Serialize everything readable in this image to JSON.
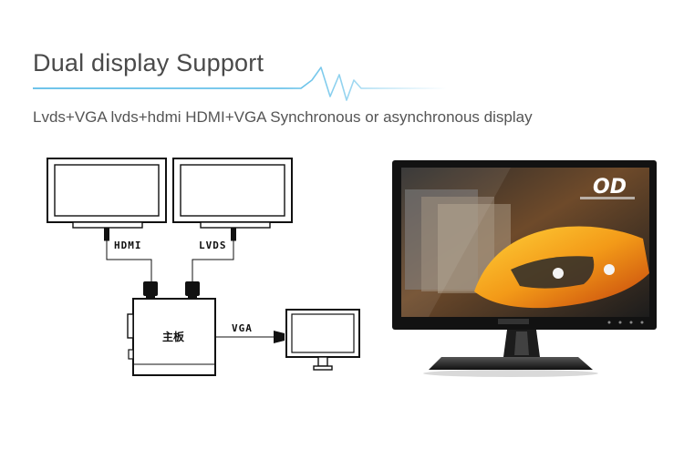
{
  "header": {
    "title": "Dual display Support",
    "subtitle": "Lvds+VGA  lvds+hdmi  HDMI+VGA Synchronous or asynchronous display"
  },
  "diagram": {
    "label_hdmi": "HDMI",
    "label_lvds": "LVDS",
    "label_vga": "VGA",
    "label_board": "主板"
  },
  "product_image": {
    "screen_logo": "OD"
  },
  "colors": {
    "accent_line": "#29a8e0",
    "title_text": "#4a4a4a",
    "diagram_stroke": "#111111"
  }
}
